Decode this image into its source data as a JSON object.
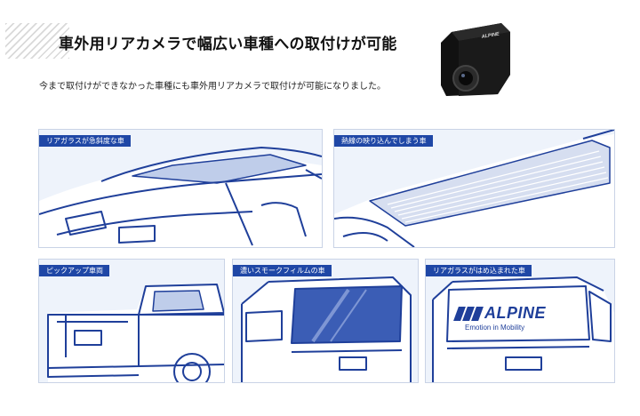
{
  "header": {
    "title": "車外用リアカメラで幅広い車種への取付けが可能",
    "subtitle": "今まで取付けができなかった車種にも車外用リアカメラで取付けが可能になりました。"
  },
  "camera": {
    "brand": "ALPINE"
  },
  "panels": [
    {
      "label": "リアガラスが急斜度な車"
    },
    {
      "label": "熱線の映り込んでしまう車"
    },
    {
      "label": "ピックアップ車両"
    },
    {
      "label": "濃いスモークフィルムの車"
    },
    {
      "label": "リアガラスがはめ込まれた車",
      "logo_text": "ALPINE",
      "logo_tagline": "Emotion in Mobility"
    }
  ],
  "colors": {
    "accent": "#1f47a6",
    "line": "#1f3f9a",
    "panel_bg": "#eef3fb",
    "glass": "#bfcdea"
  }
}
